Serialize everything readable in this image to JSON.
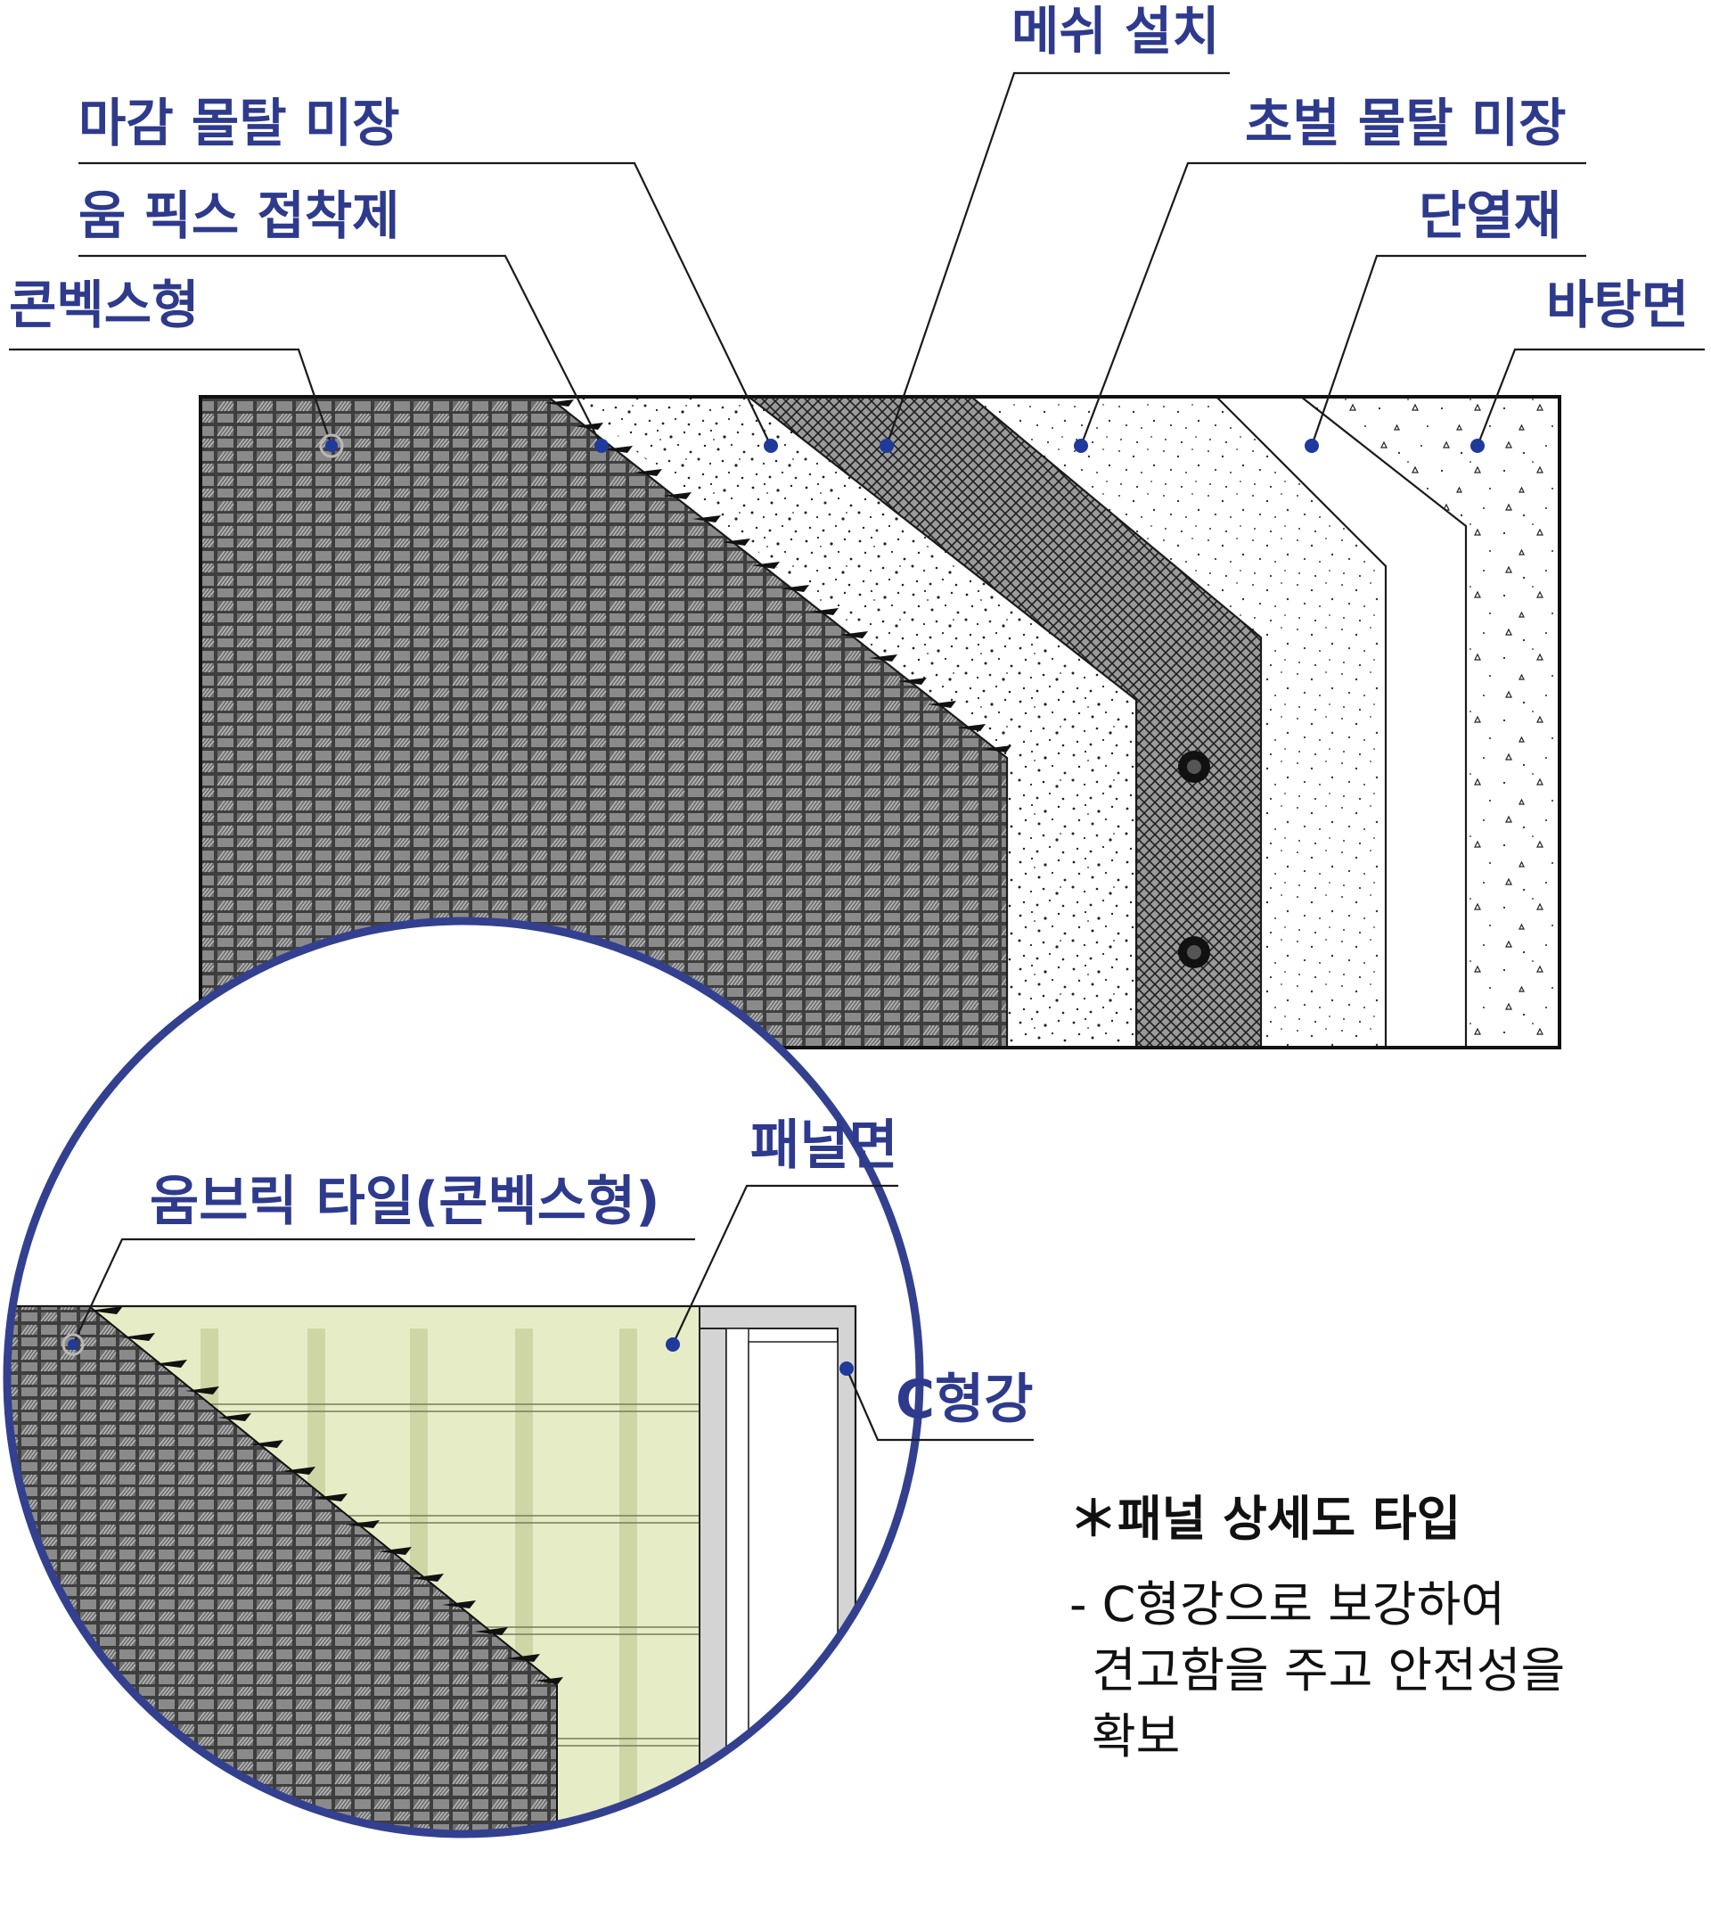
{
  "labels": {
    "mesh": "메쉬 설치",
    "finish_mortar": "마감 몰탈 미장",
    "first_mortar": "초벌 몰탈 미장",
    "adhesive": "움 픽스 접착제",
    "insulation": "단열재",
    "convex": "콘벡스형",
    "base": "바탕면",
    "panel_face": "패널면",
    "brick_tile": "움브릭 타일(콘벡스형)",
    "c_channel": "C형강"
  },
  "note": {
    "title": "＊패널 상세도 타입",
    "line1": "- C형강으로 보강하여",
    "line2": "견고함을 주고 안전성을",
    "line3": "확보"
  },
  "colors": {
    "label": "#2e3a8c",
    "tile_dark": "#4a4a4a",
    "panel_green": "#e6edc6",
    "circle_stroke": "#33408f"
  }
}
